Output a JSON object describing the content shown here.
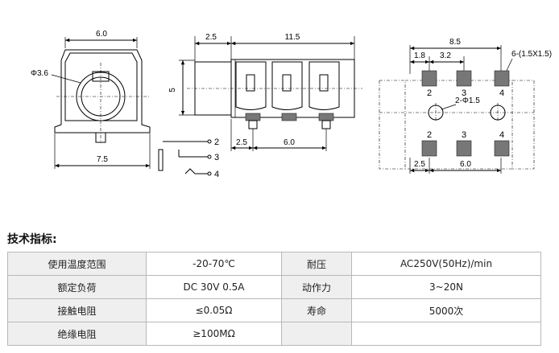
{
  "drawing": {
    "front_view": {
      "width_label": "6.0",
      "diameter_label": "Φ3.6",
      "bottom_label": "7.5"
    },
    "side_view": {
      "left_label": "2.5",
      "length_label": "11.5",
      "height_label": "5",
      "pin_pitch_left": "2.5",
      "pin_pitch_right": "6.0"
    },
    "schematic": {
      "pins": [
        "2",
        "3",
        "4"
      ]
    },
    "footprint": {
      "overall_label": "8.5",
      "pitch_a": "1.8",
      "pitch_b": "3.2",
      "pad_size_label": "6-(1.5X1.5)",
      "hole_label": "2-Φ1.5",
      "bottom_left": "2.5",
      "bottom_right": "6.0",
      "top_pad_numbers": [
        "2",
        "3",
        "4"
      ],
      "bottom_pad_numbers": [
        "2",
        "3",
        "4"
      ]
    }
  },
  "specs": {
    "title": "技术指标:",
    "rows": [
      {
        "label1": "使用温度范围",
        "value1": "-20-70℃",
        "label2": "耐压",
        "value2": "AC250V(50Hz)/min"
      },
      {
        "label1": "额定负荷",
        "value1": "DC 30V 0.5A",
        "label2": "动作力",
        "value2": "3~20N"
      },
      {
        "label1": "接触电阻",
        "value1": "≤0.05Ω",
        "label2": "寿命",
        "value2": "5000次"
      },
      {
        "label1": "绝缘电阻",
        "value1": "≥100MΩ",
        "label2": "",
        "value2": ""
      }
    ]
  }
}
